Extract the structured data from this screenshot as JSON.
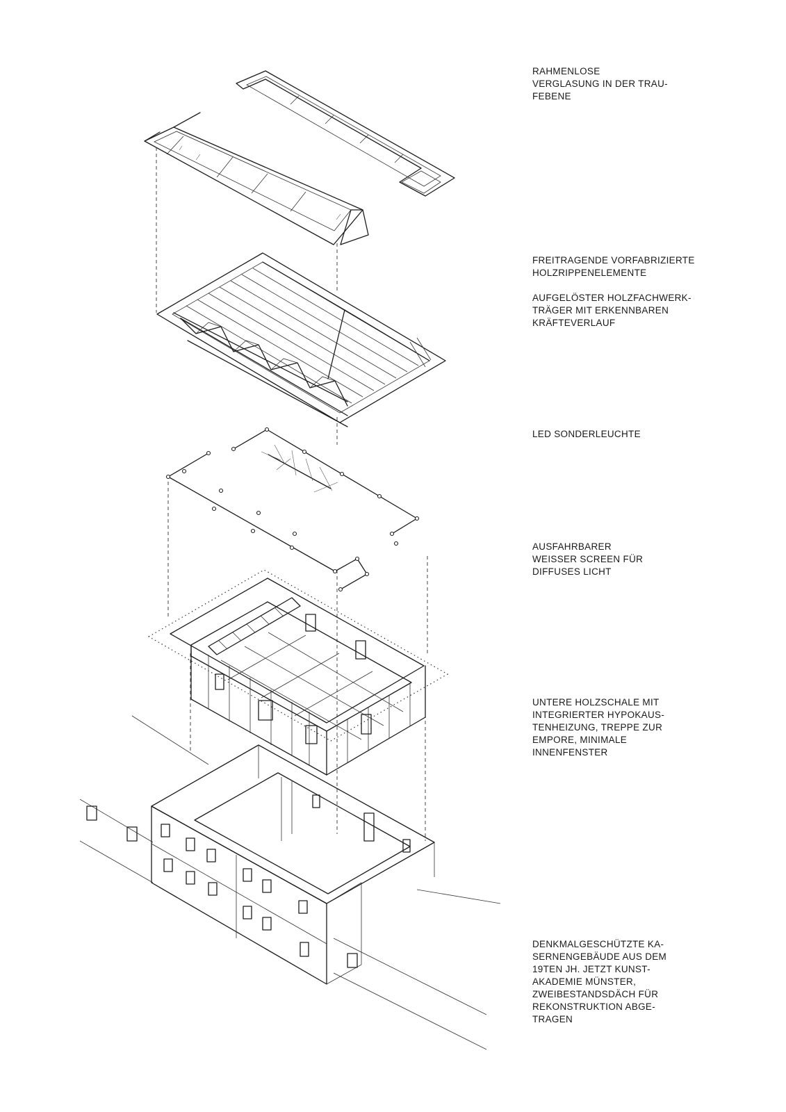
{
  "colors": {
    "background": "#ffffff",
    "line": "#1c1c1c",
    "text": "#1a1a1a"
  },
  "annotations": {
    "glazing": "RAHMENLOSE\nVERGLASUNG IN DER TRAU-\nFEBENE",
    "ribs": "FREITRAGENDE VORFABRIZIERTE\nHOLZRIPPENELEMENTE",
    "truss": "AUFGELÖSTER HOLZFACHWERK-\nTRÄGER MIT ERKENNBAREN\nKRÄFTEVERLAUF",
    "led": "LED SONDERLEUCHTE",
    "screen": "AUSFAHRBARER\nWEISSER SCREEN FÜR\nDIFFUSES LICHT",
    "shell": "UNTERE HOLZSCHALE MIT\nINTEGRIERTER HYPOKAUS-\nTENHEIZUNG, TREPPE ZUR\nEMPORE, MINIMALE\nINNENFENSTER",
    "building": "DENKMALGESCHÜTZTE KA-\nSERNENGEBÄUDE AUS DEM\n19TEN JH. JETZT KUNST-\nAKADEMIE MÜNSTER,\nZWEIBESTANDSDÄCH FÜR\nREKONSTRUKTION ABGE-\nTRAGEN"
  }
}
